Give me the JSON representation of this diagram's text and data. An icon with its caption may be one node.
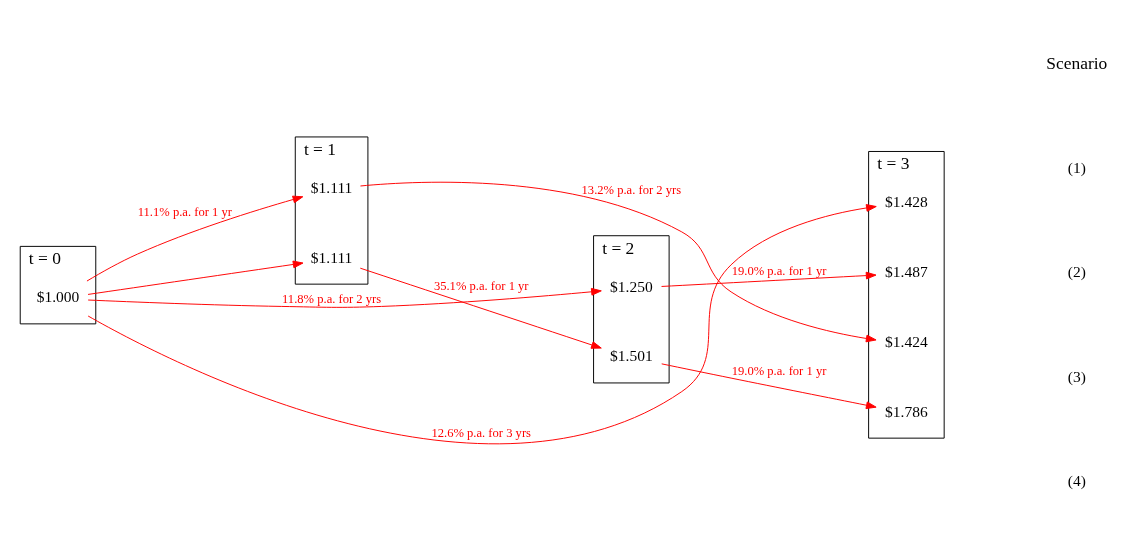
{
  "diagram": {
    "nodes": [
      {
        "text": [
          "t = 0"
        ]
      },
      {
        "text": [
          "$1.000"
        ],
        "in": 0
      },
      {
        "text": [
          "t = 1"
        ]
      },
      {
        "text": [
          "$1.111"
        ],
        "in": 2
      },
      {
        "text": [
          "$1.111"
        ],
        "in": 2
      },
      {
        "text": [
          "t = 2"
        ]
      },
      {
        "text": [
          "$1.250"
        ],
        "in": 5
      },
      {
        "text": [
          "$1.501"
        ],
        "in": 5
      },
      {
        "text": [
          "t = 3"
        ]
      },
      {
        "text": [
          "$1.428"
        ],
        "in": 8
      },
      {
        "text": [
          "$1.487"
        ],
        "in": 8
      },
      {
        "text": [
          "$1.424"
        ],
        "in": 8
      },
      {
        "text": [
          "$1.786"
        ],
        "in": 8
      }
    ],
    "edges": [
      {
        "from": 1,
        "to": 9,
        "arrow": "to",
        "label": "12.6% p.a. for 3 yrs"
      },
      {
        "from": 1,
        "to": 6,
        "arrow": "to",
        "label": "11.8% p.a. for 2 yrs"
      },
      {
        "from": 1,
        "to": 3,
        "arrow": "to",
        "label": "11.1% p.a. for 1 yr"
      },
      {
        "from": 1,
        "to": 4,
        "arrow": "to"
      },
      {
        "from": 6,
        "to": 10,
        "arrow": "to",
        "label": "19.0% p.a. for 1 yr"
      },
      {
        "from": 3,
        "to": 11,
        "arrow": "to",
        "label": "13.2% p.a. for 2 yrs"
      },
      {
        "from": 4,
        "to": 7,
        "arrow": "to",
        "label": "35.1% p.a. for 1 yr"
      },
      {
        "from": 7,
        "to": 12,
        "arrow": "to",
        "label": "19.0% p.a. for 1 yr"
      }
    ],
    "labels": [
      "Scenario",
      "(1)",
      "(2)",
      "(3)",
      "(4)"
    ]
  }
}
